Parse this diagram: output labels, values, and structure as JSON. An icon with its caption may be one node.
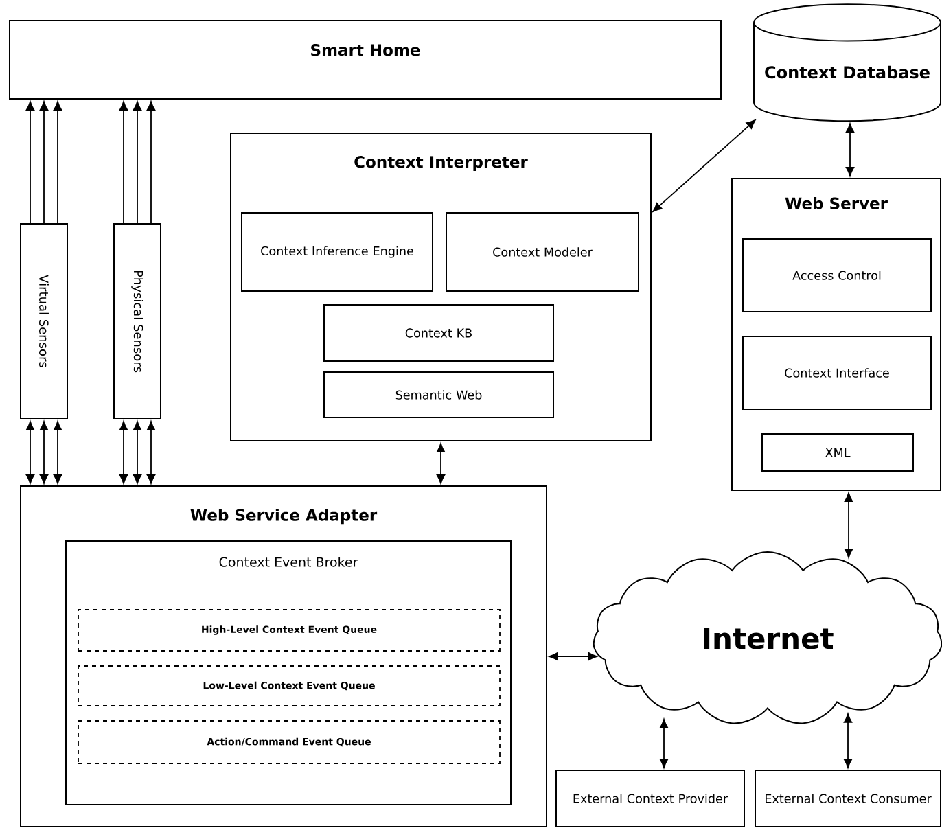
{
  "diagram": {
    "nodes": [
      {
        "text": [
          "Smart Home"
        ]
      },
      {
        "text": [
          "Virtual Sensors"
        ]
      },
      {
        "text": [
          "Physical Sensors"
        ]
      },
      {
        "text": [
          "Context Interpreter"
        ]
      },
      {
        "text": [
          "Context Inference Engine"
        ],
        "in": 3
      },
      {
        "text": [
          "Context Modeler"
        ],
        "in": 3
      },
      {
        "text": [
          "Context KB"
        ],
        "in": 3
      },
      {
        "text": [
          "Semantic Web"
        ],
        "in": 3
      },
      {
        "text": [
          "Context Database"
        ]
      },
      {
        "text": [
          "Web Server"
        ]
      },
      {
        "text": [
          "Access Control"
        ],
        "in": 9
      },
      {
        "text": [
          "Context Interface"
        ],
        "in": 9
      },
      {
        "text": [
          "XML"
        ],
        "in": 9
      },
      {
        "text": [
          "Web Service Adapter"
        ]
      },
      {
        "text": [
          "Context Event Broker"
        ],
        "in": 13
      },
      {
        "text": [
          "High-Level Context Event Queue"
        ],
        "in": 14
      },
      {
        "text": [
          "Low-Level Context Event Queue"
        ],
        "in": 14
      },
      {
        "text": [
          "Action/Command Event Queue"
        ],
        "in": 14
      },
      {
        "text": [
          "Internet"
        ]
      },
      {
        "text": [
          "External Context Provider"
        ]
      },
      {
        "text": [
          "External Context Consumer"
        ]
      }
    ],
    "edges": [
      {
        "from": 1,
        "to": 0,
        "arrow": "to"
      },
      {
        "from": 1,
        "to": 0,
        "arrow": "to"
      },
      {
        "from": 1,
        "to": 0,
        "arrow": "to"
      },
      {
        "from": 1,
        "to": 13,
        "arrow": "both"
      },
      {
        "from": 1,
        "to": 13,
        "arrow": "both"
      },
      {
        "from": 1,
        "to": 13,
        "arrow": "both"
      },
      {
        "from": 2,
        "to": 0,
        "arrow": "to"
      },
      {
        "from": 2,
        "to": 0,
        "arrow": "to"
      },
      {
        "from": 2,
        "to": 0,
        "arrow": "to"
      },
      {
        "from": 2,
        "to": 13,
        "arrow": "both"
      },
      {
        "from": 2,
        "to": 13,
        "arrow": "both"
      },
      {
        "from": 2,
        "to": 13,
        "arrow": "both"
      },
      {
        "from": 3,
        "to": 13,
        "arrow": "both"
      },
      {
        "from": 3,
        "to": 8,
        "arrow": "both"
      },
      {
        "from": 8,
        "to": 9,
        "arrow": "both"
      },
      {
        "from": 9,
        "to": 18,
        "arrow": "both"
      },
      {
        "from": 13,
        "to": 18,
        "arrow": "both"
      },
      {
        "from": 18,
        "to": 19,
        "arrow": "both"
      },
      {
        "from": 18,
        "to": 20,
        "arrow": "both"
      }
    ]
  }
}
